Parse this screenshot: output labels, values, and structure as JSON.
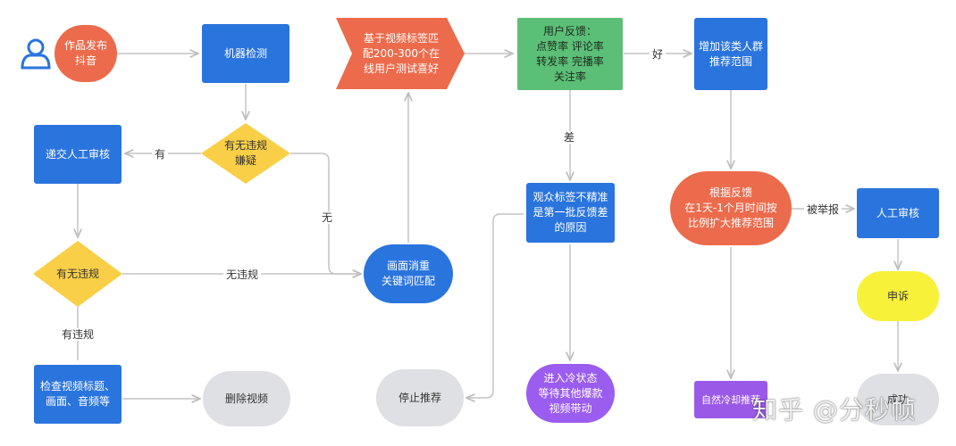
{
  "nodes": {
    "publish": "作品发布\n抖音",
    "machine_check": "机器检测",
    "suspect": "有无违规\n嫌疑",
    "manual_submit": "递交人工审核",
    "violation": "有无违规",
    "check_title": "检查视频标题、\n画面、音频等",
    "delete": "删除视频",
    "dedupe": "画面消重\n关键词匹配",
    "tag_test": "基于视频标签匹\n配200-300个在\n线用户测试喜好",
    "feedback": "用户反馈：\n点赞率  评论率\n转发率  完播率\n关注率",
    "expand": "增加该类人群\n推荐范围",
    "inaccurate": "观众标签不精准\n是第一批反馈差\n的原因",
    "stop": "停止推荐",
    "cold": "进入冷状态\n等待其他爆款\n视频带动",
    "ratio_expand": "根据反馈\n在1天-1个月时间按\n比例扩大推荐范围",
    "manual_review": "人工审核",
    "appeal": "申诉",
    "natural_cool": "自然冷却推荐",
    "last": "成功"
  },
  "edge_labels": {
    "yes_suspect": "有",
    "none_suspect": "无",
    "no_violation": "无违规",
    "has_violation": "有违规",
    "good": "好",
    "bad": "差",
    "reported": "被举报"
  },
  "watermark": "知乎 @分秒帧",
  "colors": {
    "blue": "#2a74de",
    "orange": "#ec6b4c",
    "green": "#5cbf77",
    "yellow": "#f9cf47",
    "purple": "#9b5cf0",
    "grey": "#dfe0e4",
    "light_yellow": "#f7f13a",
    "arrow": "#c4c4c4",
    "icon": "#2a74de"
  },
  "icons": {
    "user": "user-icon"
  }
}
